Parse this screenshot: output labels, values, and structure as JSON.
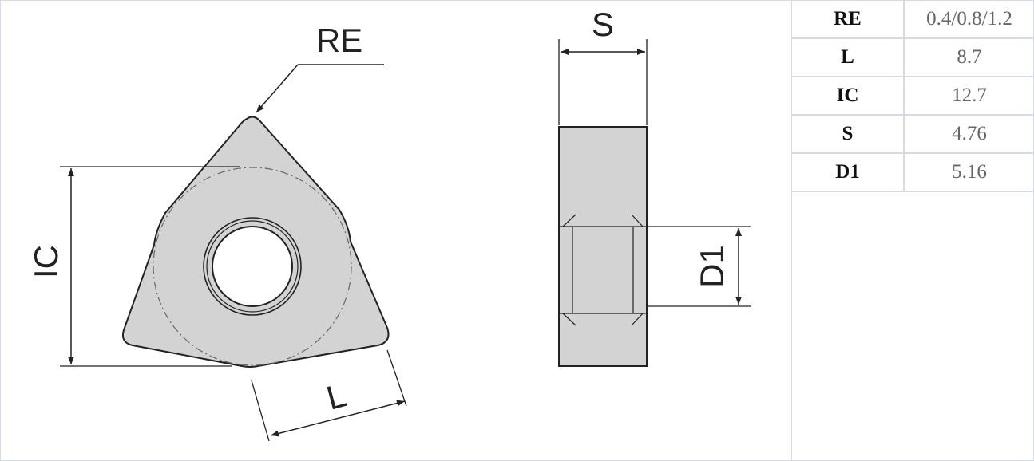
{
  "diagram": {
    "labels": {
      "re": "RE",
      "ic": "IC",
      "l": "L",
      "s": "S",
      "d1": "D1"
    },
    "colors": {
      "insert_fill": "#d3d3d3",
      "line": "#222222",
      "grid": "#d6dbe6"
    }
  },
  "spec_table": {
    "rows": [
      {
        "key": "RE",
        "value": "0.4/0.8/1.2"
      },
      {
        "key": "L",
        "value": "8.7"
      },
      {
        "key": "IC",
        "value": "12.7"
      },
      {
        "key": "S",
        "value": "4.76"
      },
      {
        "key": "D1",
        "value": "5.16"
      }
    ]
  }
}
